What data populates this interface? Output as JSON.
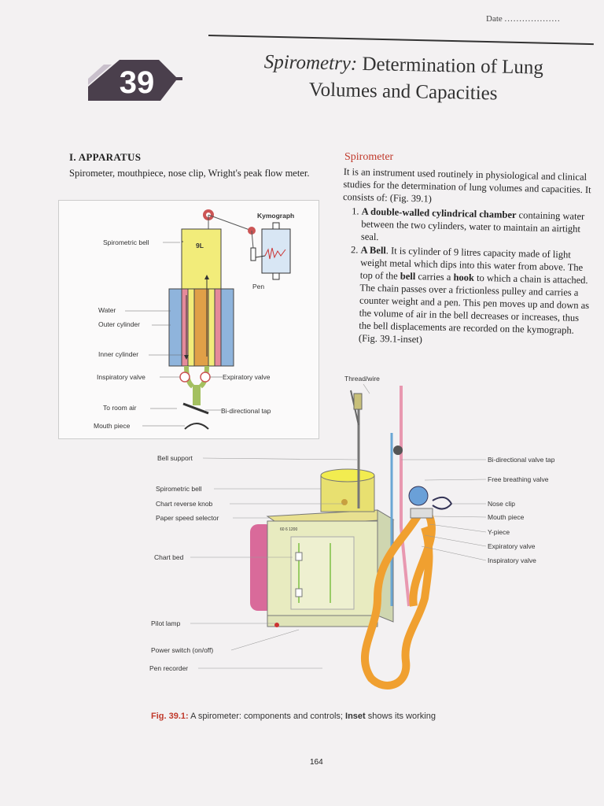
{
  "header": {
    "date_label": "Date",
    "date_dots": "...................",
    "chapter_number": "39",
    "title_line1_italic": "Spirometry:",
    "title_line1_rest": " Determination of Lung",
    "title_line2": "Volumes and Capacities"
  },
  "apparatus": {
    "heading": "I. APPARATUS",
    "text": "Spirometer, mouthpiece, nose clip, Wright's peak flow meter."
  },
  "spirometer": {
    "heading": "Spirometer",
    "intro": "It is an instrument used routinely in physiological and clinical studies for the determination of lung volumes and capacities. It consists of: (Fig. 39.1)",
    "item1_bold": "A double-walled cylindrical chamber",
    "item1_rest": " containing water between the two cylinders, water to maintain an airtight seal.",
    "item2_bold": "A Bell",
    "item2_a": ". It is cylinder of 9 litres capacity made of light weight metal which dips into this water from above. The top of the ",
    "item2_bold2": "bell",
    "item2_b": " carries a ",
    "item2_bold3": "hook",
    "item2_c": " to which a chain is attached. The chain passes over a frictionless pulley and carries a counter weight and a pen. This pen moves up and down as the volume of air in the bell decreases or increases, thus the bell displacements are recorded on the kymograph. (Fig. 39.1-inset)"
  },
  "inset": {
    "kymograph": "Kymograph",
    "spirometric_bell": "Spirometric bell",
    "volume": "9L",
    "pen": "Pen",
    "water": "Water",
    "outer_cylinder": "Outer cylinder",
    "inner_cylinder": "Inner cylinder",
    "inspiratory_valve": "Inspiratory valve",
    "expiratory_valve": "Expiratory valve",
    "to_room_air": "To room air",
    "bi_directional_tap": "Bi-directional tap",
    "mouth_piece": "Mouth piece"
  },
  "main_figure": {
    "thread_wire": "Thread/wire",
    "left_labels": [
      "Bell support",
      "Spirometric bell",
      "Chart reverse knob",
      "Paper speed selector",
      "Chart bed",
      "Pilot lamp",
      "Power switch (on/off)",
      "Pen recorder"
    ],
    "right_labels": [
      "Bi-directional valve tap",
      "Free breathing valve",
      "Nose clip",
      "Mouth piece",
      "Y-piece",
      "Expiratory valve",
      "Inspiratory valve"
    ],
    "dial_text": "60  6  1200"
  },
  "caption": {
    "fig": "Fig. 39.1:",
    "text": " A spirometer: components and controls; ",
    "inset_bold": "Inset",
    "text2": " shows its working"
  },
  "page_number": "164",
  "colors": {
    "accent_red": "#c0392b",
    "badge": "#4a3f4c",
    "bell_yellow": "#f2ec7a",
    "water_blue": "#8fb4dc",
    "tube_orange": "#f0a030"
  }
}
